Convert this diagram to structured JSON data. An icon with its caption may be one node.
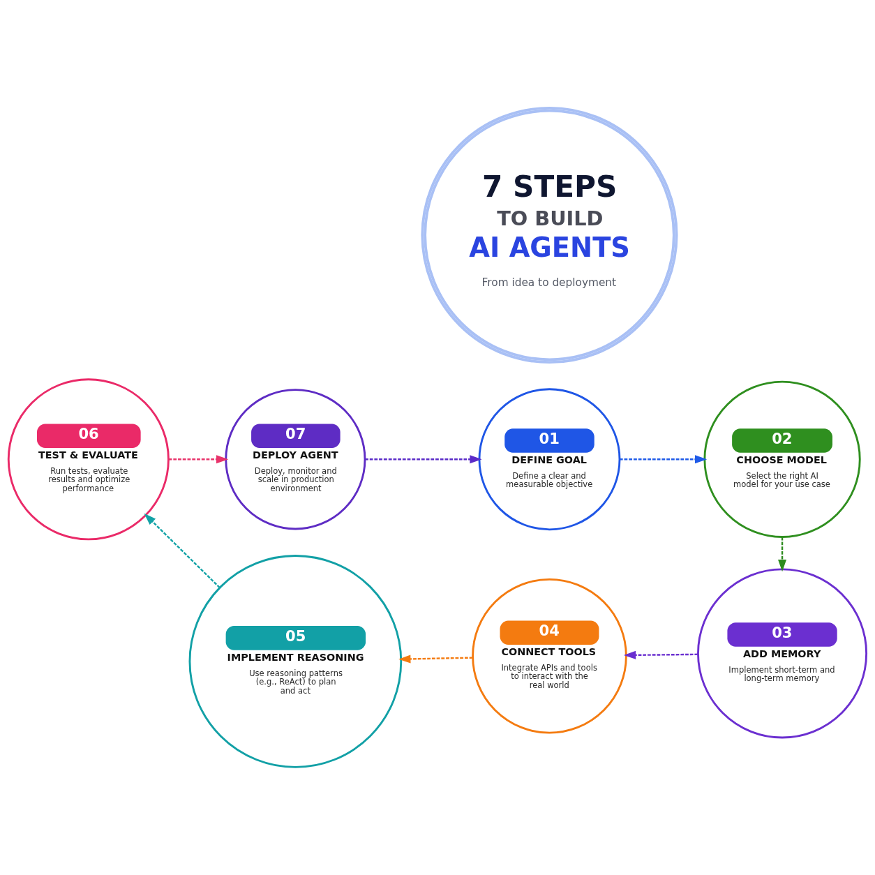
{
  "diagram": {
    "nodes": [
      {
        "text": [
          "01",
          "DEFINE GOAL",
          "Define a clear and measurable objective"
        ]
      },
      {
        "text": [
          "02",
          "CHOOSE MODEL",
          "Select the right AI model for your use case"
        ]
      },
      {
        "text": [
          "03",
          "ADD MEMORY",
          "Implement short-term and long-term memory"
        ]
      },
      {
        "text": [
          "04",
          "CONNECT TOOLS",
          "Integrate APIs and tools to interact with the real world"
        ]
      },
      {
        "text": [
          "05",
          "IMPLEMENT REASONING",
          "Use reasoning patterns (e.g., ReAct) to plan and act"
        ]
      },
      {
        "text": [
          "06",
          "TEST & EVALUATE",
          "Run tests, evaluate results and optimize performance"
        ]
      },
      {
        "text": [
          "07",
          "DEPLOY AGENT",
          "Deploy, monitor and scale in production environment"
        ]
      },
      {
        "text": [
          "7 STEPS",
          "TO BUILD",
          "AI AGENTS",
          "From idea to deployment"
        ]
      }
    ],
    "edges": [
      {
        "from": 0,
        "to": 1,
        "arrow": "to",
        "style": "dashed",
        "color": "#1f5be8"
      },
      {
        "from": 1,
        "to": 2,
        "arrow": "to",
        "style": "dashed",
        "color": "#2e8b1f"
      },
      {
        "from": 2,
        "to": 3,
        "arrow": "to",
        "style": "dashed",
        "color": "#6a2fd0"
      },
      {
        "from": 3,
        "to": 4,
        "arrow": "to",
        "style": "dashed",
        "color": "#f47b10"
      },
      {
        "from": 4,
        "to": 5,
        "arrow": "to",
        "style": "dashed",
        "color": "#13a2a6"
      },
      {
        "from": 5,
        "to": 6,
        "arrow": "to",
        "style": "dashed",
        "color": "#e8336b"
      },
      {
        "from": 6,
        "to": 0,
        "arrow": "to",
        "style": "dashed",
        "color": "#5b2bc8"
      }
    ]
  }
}
